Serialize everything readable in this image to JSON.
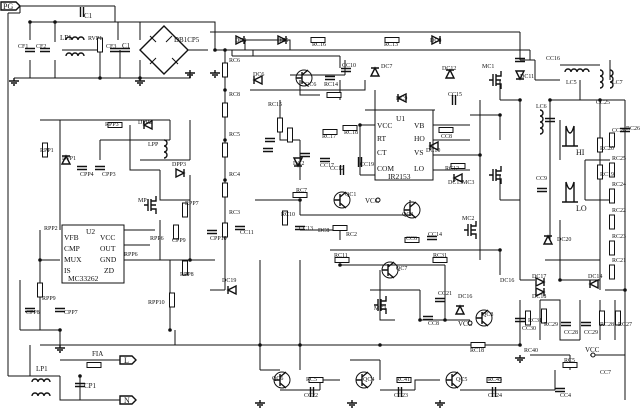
{
  "terminals": {
    "pg": "PG",
    "l": "L",
    "n": "N"
  },
  "bridge": "DB1CP5",
  "ics": {
    "u1": {
      "name": "U1",
      "part": "IR2153",
      "pins": [
        "VCC",
        "VB",
        "RT",
        "HO",
        "CT",
        "VS",
        "COM",
        "LO"
      ]
    },
    "u2": {
      "name": "U2",
      "part": "MC33262",
      "pins": [
        "VFB",
        "VCC",
        "CMP",
        "OUT",
        "MUX",
        "GND",
        "IS",
        "ZD"
      ]
    }
  },
  "lamp_labels": {
    "hi": "HI",
    "lo": "LO"
  },
  "vcc_labels": [
    "VCC",
    "VCC",
    "VCC"
  ],
  "labels": {
    "c1": "C1",
    "cf1": "CF1",
    "cf2": "CF2",
    "lf1": "LF1",
    "rvp1": "RVP1",
    "cf3": "CF3",
    "c1b": "C1",
    "dc3": "DC3",
    "dc5": "DC5",
    "rc16": "RC16",
    "rc13": "RC13",
    "dc8": "DC8",
    "cc16": "CC16",
    "rc6": "RC6",
    "cc10": "CC10",
    "dc7": "DC7",
    "dc12": "DC12",
    "mc1": "MC1",
    "dc11": "DC11",
    "dc6": "DC6",
    "qc6": "QC6",
    "rc14": "RC14",
    "rc15": "RC15",
    "dc9": "DC9",
    "cc15": "CC15",
    "rc8": "RC8",
    "rc5": "RC5",
    "rc4": "RC4",
    "rc3": "RC3",
    "rpp3": "RPP3",
    "dpp2": "DPP2",
    "lpp": "LPP",
    "rpp1": "RPP1",
    "dpp1": "DPP1",
    "dpp3": "DPP3",
    "cpp4": "CPP4",
    "cpp3": "CPP3",
    "rc17": "RC17",
    "rc18": "RC18",
    "cc12": "CC12",
    "cc19": "CC19",
    "dc10": "DC10",
    "cc8": "CC8",
    "dc13": "DC13",
    "rc12": "RC12",
    "lc6": "LC6",
    "cc25": "CC25",
    "lc5": "LC5",
    "lc7": "LC7",
    "cc26": "CC26",
    "rc26": "RC26",
    "rc25": "RC25",
    "rc24": "RC24",
    "rc22": "RC22",
    "rc23": "RC23",
    "rc21": "RC21",
    "rc20": "RC20",
    "rc19": "RC19",
    "rc10": "RC10",
    "rc7": "RC7",
    "dc2": "DC2",
    "cc17": "CC17",
    "dc8b": "DC8",
    "mc2": "MC2",
    "cc9": "CC9",
    "qc1": "QC1",
    "qc3": "QC3",
    "mc3": "MC3",
    "cc13": "CC13",
    "cc14": "CC14",
    "cc11": "CC11",
    "rc2": "RC2",
    "cc6": "CC6",
    "dc20": "DC20",
    "rpp2": "RPP2",
    "rpp6": "RPP6",
    "mp": "MP",
    "rpp7": "RPP7",
    "cpp10": "CPP10",
    "dc19": "DC19",
    "cpp9": "CPP9",
    "rpp8": "RPP8",
    "cpp8": "CPP8",
    "cpp7": "CPP7",
    "rpp10": "RPP10",
    "rpp9": "RPP9",
    "rc11": "RC11",
    "rc31": "RC31",
    "qc7": "QC7",
    "mc3b": "MC3",
    "cc8b": "CC8",
    "cc21": "CC21",
    "dc16": "DC16",
    "qc8": "QC8",
    "dc16b": "DC16",
    "rc18b": "RC18",
    "dc17": "DC17",
    "dc18": "DC18",
    "dc14": "DC14",
    "rc29": "RC29",
    "cc28": "CC28",
    "cc29": "CC29",
    "rc28": "RC28",
    "rc27": "RC27",
    "rc31b": "RC31",
    "cc30": "CC30",
    "fi_a": "FIA",
    "lp1": "LP1",
    "cp1": "CP1",
    "qc6b": "QC6",
    "rc5b": "RC5",
    "cc22": "CC22",
    "qc4": "QC4",
    "rc41": "RC41",
    "cc23": "CC23",
    "qc5": "QC5",
    "rc45": "RC45",
    "cc24": "CC24",
    "rc5c": "RC5",
    "cc4": "CC4",
    "rc40": "RC40",
    "cc7": "CC7"
  }
}
